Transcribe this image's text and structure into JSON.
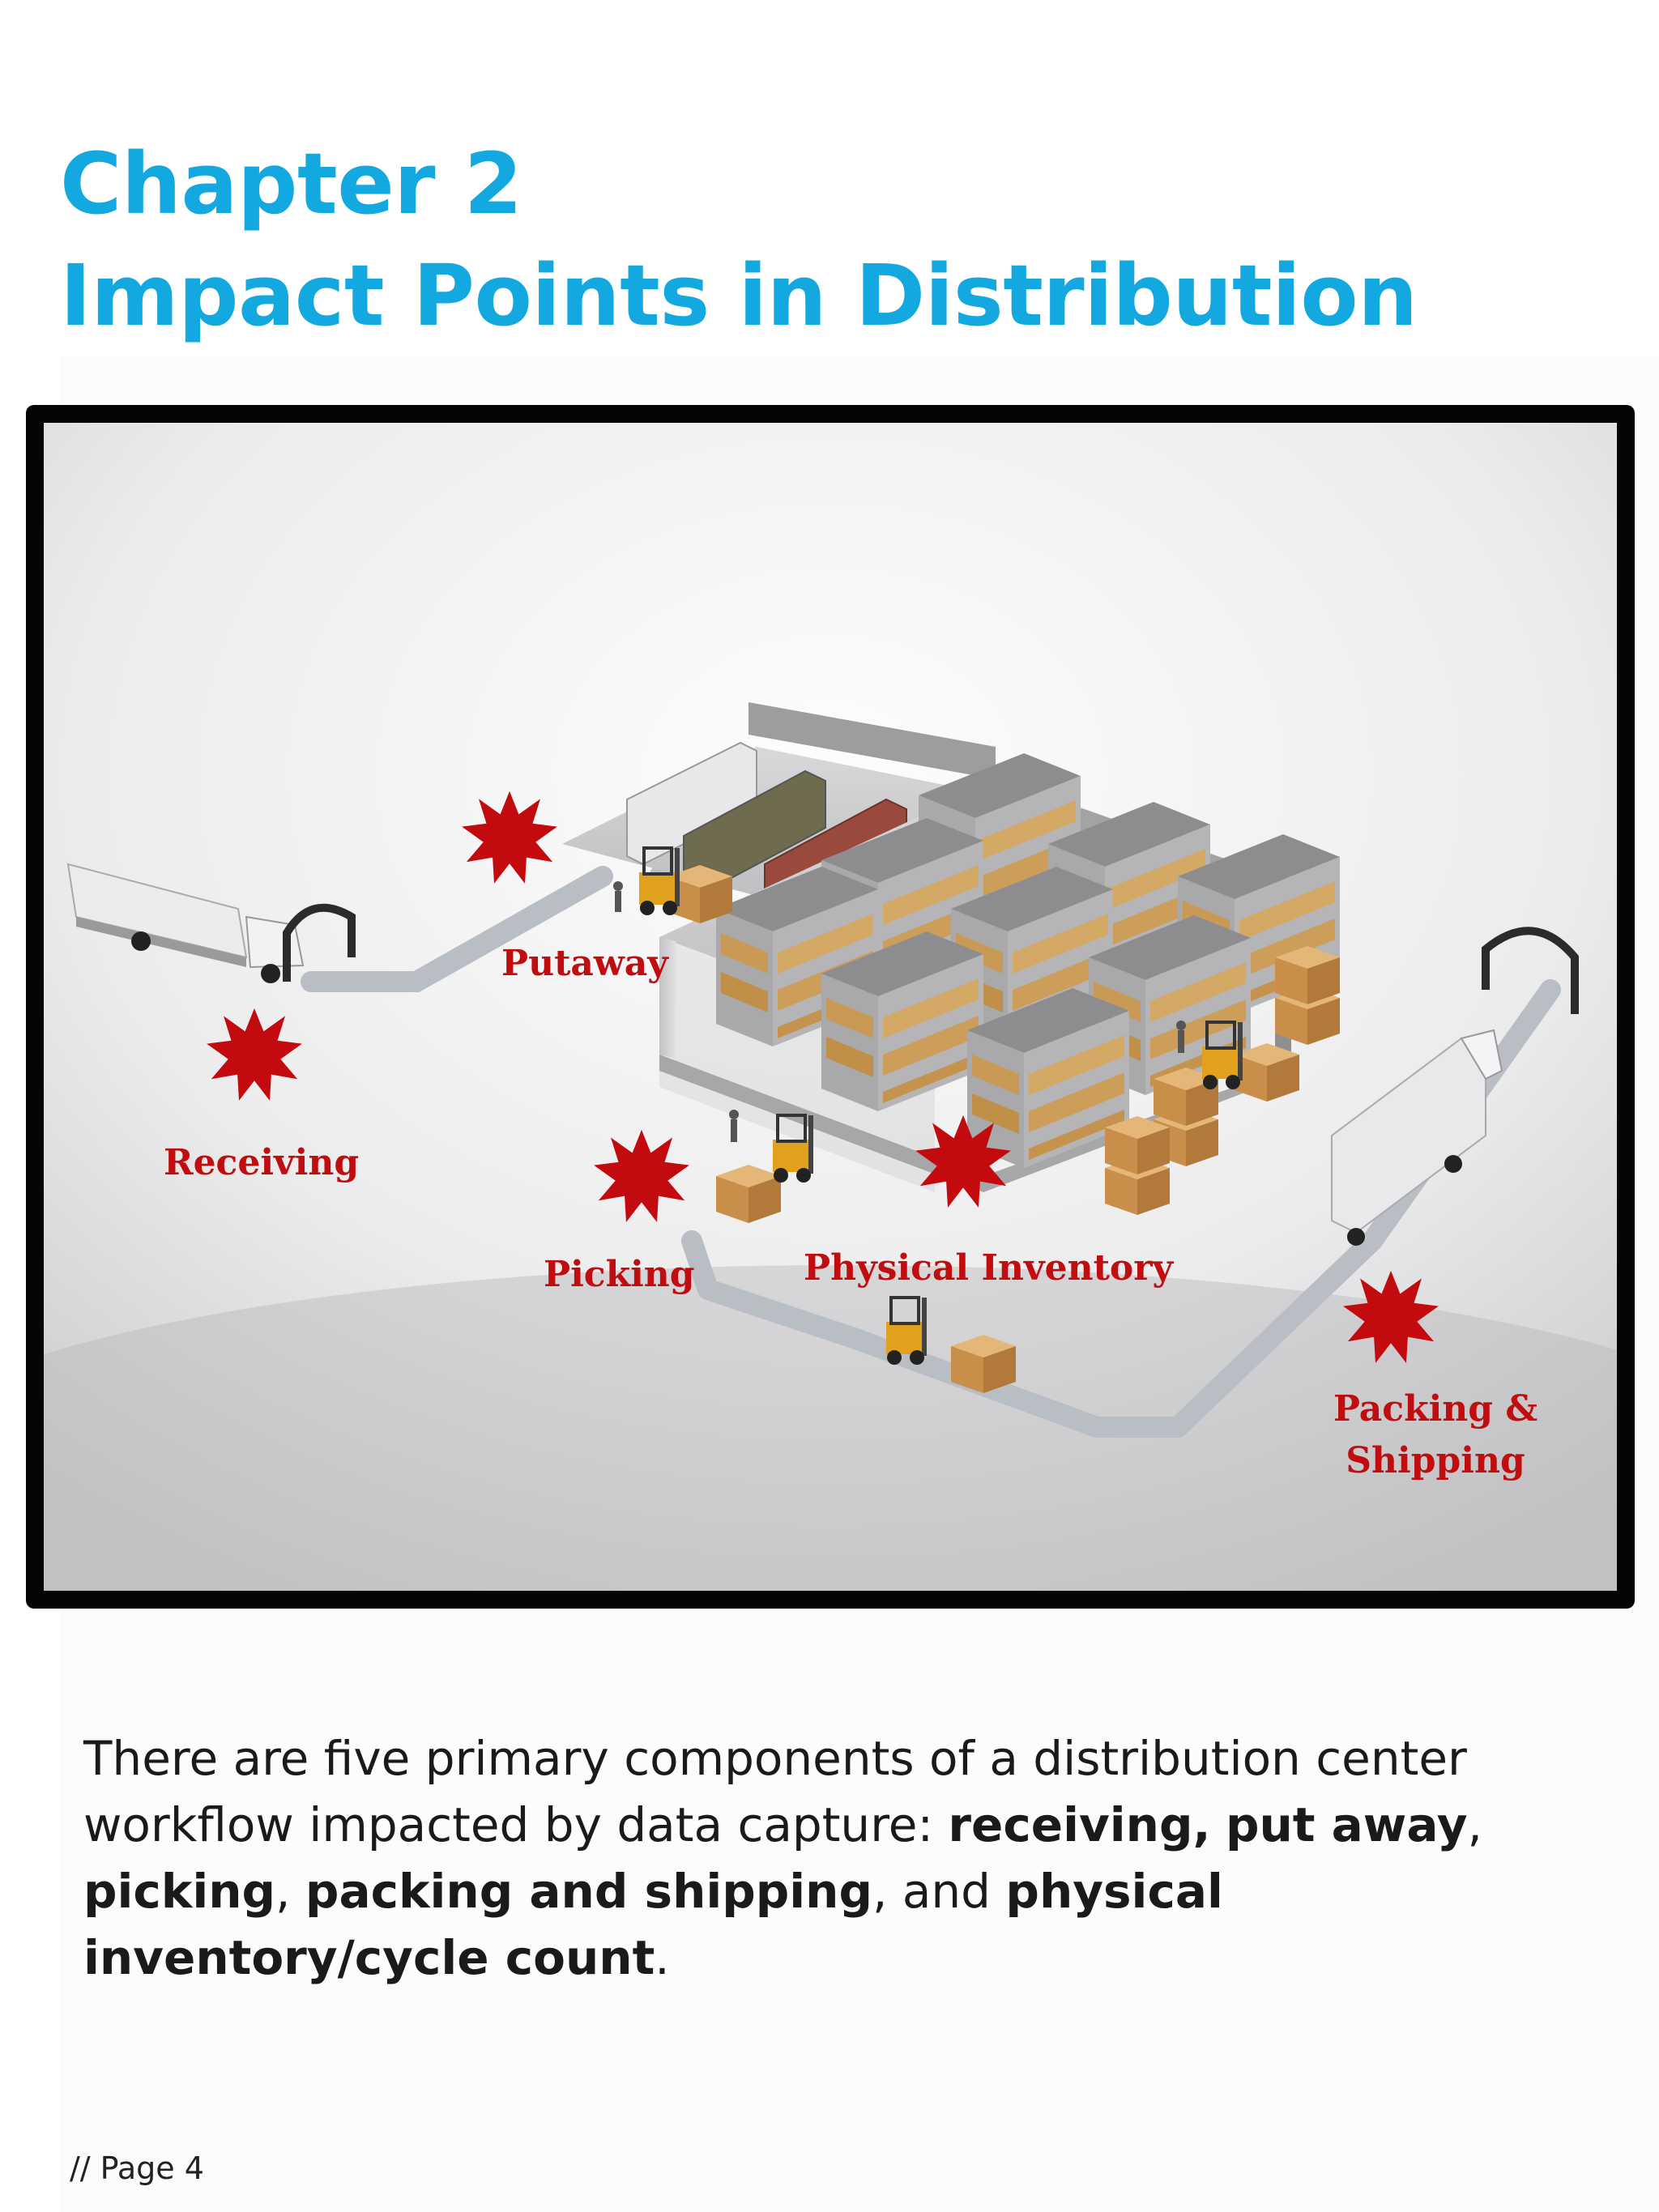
{
  "chapter": {
    "line1": "Chapter 2",
    "line2": "Impact Points in Distribution"
  },
  "figure": {
    "labels": {
      "receiving": "Receiving",
      "putaway": "Putaway",
      "picking": "Picking",
      "physical_inventory": "Physical Inventory",
      "packing_line1": "Packing &",
      "packing_line2": "Shipping"
    },
    "icons": [
      "burst-icon",
      "truck-icon",
      "forklift-icon",
      "shelving-icon",
      "box-stack-icon"
    ],
    "colors": {
      "title": "#14a8e0",
      "hotspot": "#c00d10",
      "frame": "#050505"
    }
  },
  "body": {
    "intro": "There are five primary components of a distribution center workflow impacted by data capture: ",
    "receiving": "receiving,",
    "sp1": " ",
    "put_away": "put away",
    "sep1": ",",
    "picking": "picking",
    "sep2": ", ",
    "packing": "packing and shipping",
    "sep3": ", and ",
    "inventory": "physical inventory/cycle count",
    "end": "."
  },
  "footer": {
    "page": "// Page 4"
  }
}
